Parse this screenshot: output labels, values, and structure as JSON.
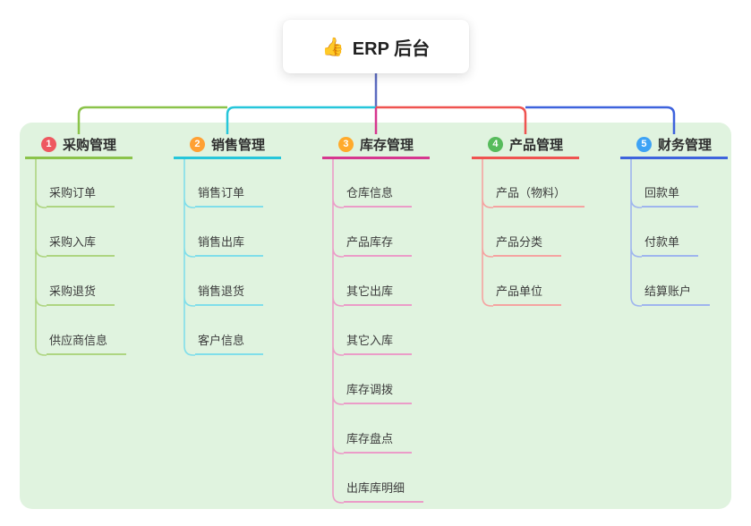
{
  "root": {
    "icon": "👍",
    "label": "ERP 后台"
  },
  "colors": {
    "page_background": "#ffffff",
    "canvas_green": "#e0f3df",
    "root_connector": "#5c6bc0",
    "title_text": "#2e2e2e",
    "child_text": "#3c3c3c"
  },
  "branches": [
    {
      "label": "采购管理",
      "badge": "1",
      "badge_color": "#ee5860",
      "color": "#8bc34a",
      "light_color": "#aed581",
      "children": [
        "采购订单",
        "采购入库",
        "采购退货",
        "供应商信息"
      ]
    },
    {
      "label": "销售管理",
      "badge": "2",
      "badge_color": "#ffa033",
      "color": "#26c6da",
      "light_color": "#80deea",
      "children": [
        "销售订单",
        "销售出库",
        "销售退货",
        "客户信息"
      ]
    },
    {
      "label": "库存管理",
      "badge": "3",
      "badge_color": "#ffaa2b",
      "color": "#d6368f",
      "light_color": "#eb9cc8",
      "children": [
        "仓库信息",
        "产品库存",
        "其它出库",
        "其它入库",
        "库存调拨",
        "库存盘点",
        "出库库明细"
      ]
    },
    {
      "label": "产品管理",
      "badge": "4",
      "badge_color": "#57bb5c",
      "color": "#ef5350",
      "light_color": "#f5a3a1",
      "children": [
        "产品（物料）",
        "产品分类",
        "产品单位"
      ]
    },
    {
      "label": "财务管理",
      "badge": "5",
      "badge_color": "#3da2f5",
      "color": "#3e63dd",
      "light_color": "#9fb5ee",
      "children": [
        "回款单",
        "付款单",
        "结算账户"
      ]
    }
  ]
}
